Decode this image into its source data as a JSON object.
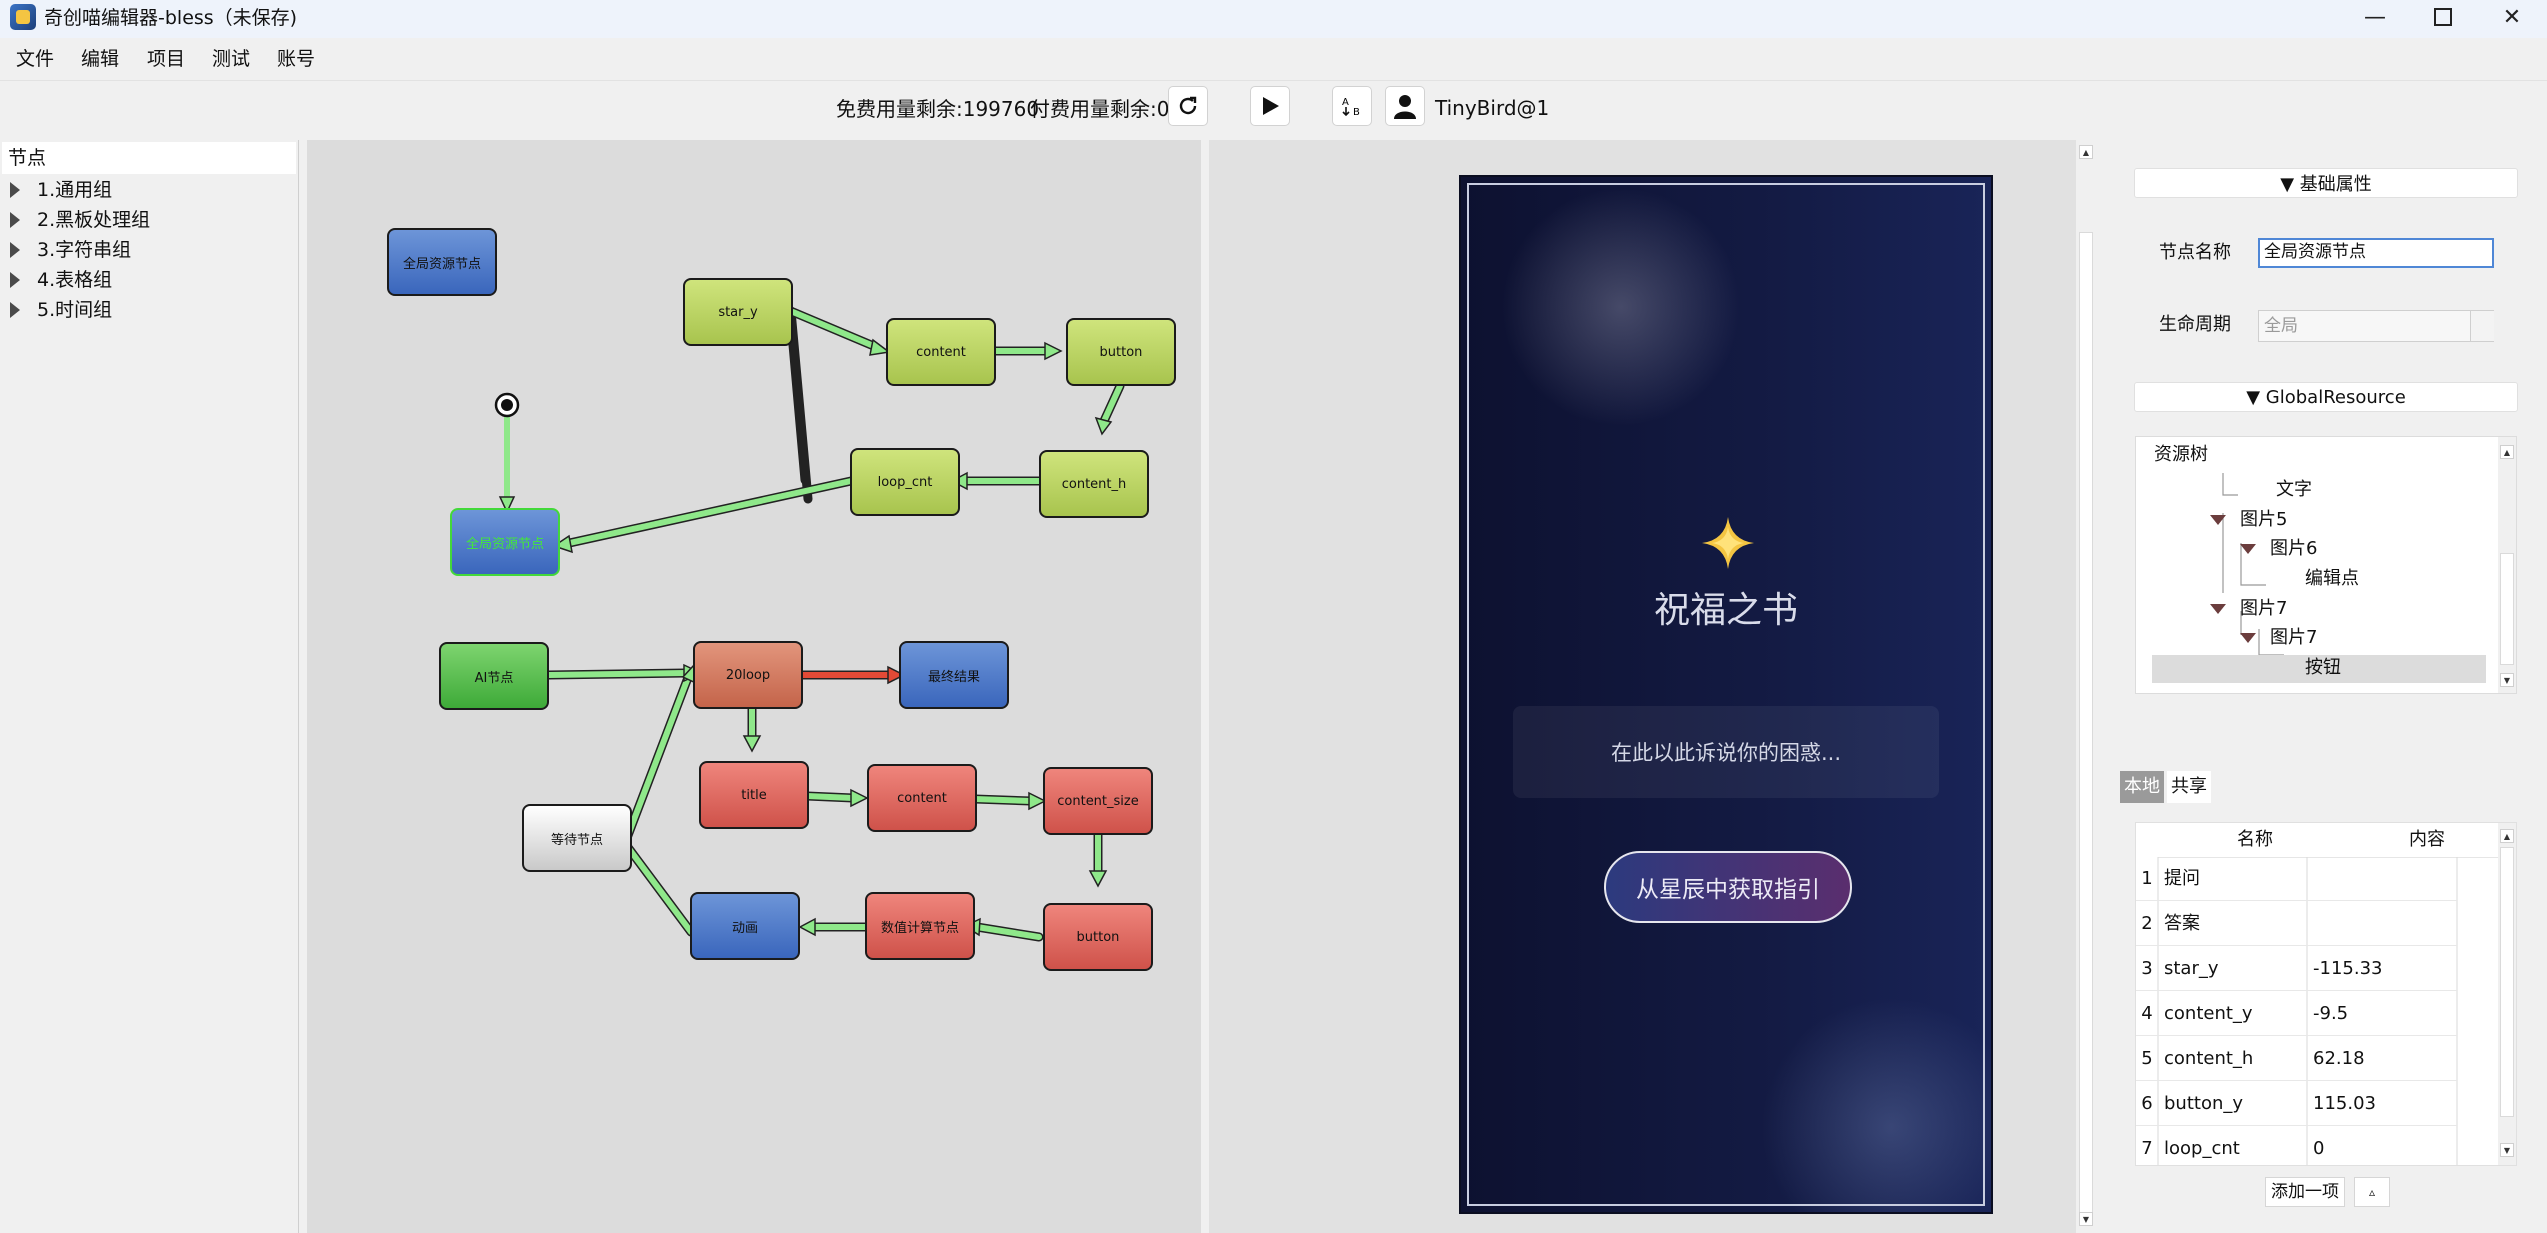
{
  "window": {
    "title": "奇创喵编辑器-bless（未保存)",
    "minimize": "—",
    "maximize": "☐",
    "close": "✕"
  },
  "menu": [
    "文件",
    "编辑",
    "项目",
    "测试",
    "账号"
  ],
  "toolbar": {
    "free_quota": "免费用量剩余:199760",
    "paid_quota": "付费用量剩余:0",
    "user": "TinyBird@1",
    "refresh_icon": "refresh-icon",
    "play_icon": "play-icon"
  },
  "left_panel": {
    "header": "节点",
    "groups": [
      "1.通用组",
      "2.黑板处理组",
      "3.字符串组",
      "4.表格组",
      "5.时间组"
    ]
  },
  "graph": {
    "nodes": {
      "global_top": "全局资源节点",
      "star_y": "star_y",
      "content1": "content",
      "button1": "button",
      "loop_cnt": "loop_cnt",
      "content_h": "content_h",
      "global_sel": "全局资源节点",
      "ai": "AI节点",
      "loop20": "20loop",
      "final": "最终结果",
      "title": "title",
      "content2": "content",
      "content_size": "content_size",
      "wait": "等待节点",
      "anim": "动画",
      "calc": "数值计算节点",
      "button2": "button"
    }
  },
  "preview": {
    "title": "祝福之书",
    "input_placeholder": "在此以此诉说你的困惑...",
    "button": "从星辰中获取指引",
    "star_color": "#f4c542"
  },
  "props": {
    "basic_header": "▼ 基础属性",
    "node_name_label": "节点名称",
    "node_name_value": "全局资源节点",
    "lifecycle_label": "生命周期",
    "lifecycle_value": "全局",
    "global_header": "▼ GlobalResource",
    "tree_header": "资源树",
    "tree": [
      "文字",
      "图片5",
      "图片6",
      "编辑点",
      "图片7",
      "图片7",
      "按钮"
    ]
  },
  "vars": {
    "tabs": [
      "本地",
      "共享"
    ],
    "headers": [
      "名称",
      "内容"
    ],
    "rows": [
      {
        "i": "1",
        "name": "提问",
        "value": ""
      },
      {
        "i": "2",
        "name": "答案",
        "value": ""
      },
      {
        "i": "3",
        "name": "star_y",
        "value": "-115.33"
      },
      {
        "i": "4",
        "name": "content_y",
        "value": "-9.5"
      },
      {
        "i": "5",
        "name": "content_h",
        "value": "62.18"
      },
      {
        "i": "6",
        "name": "button_y",
        "value": "115.03"
      },
      {
        "i": "7",
        "name": "loop_cnt",
        "value": "0"
      }
    ],
    "add_button": "添加一项",
    "up_button": "▵"
  }
}
